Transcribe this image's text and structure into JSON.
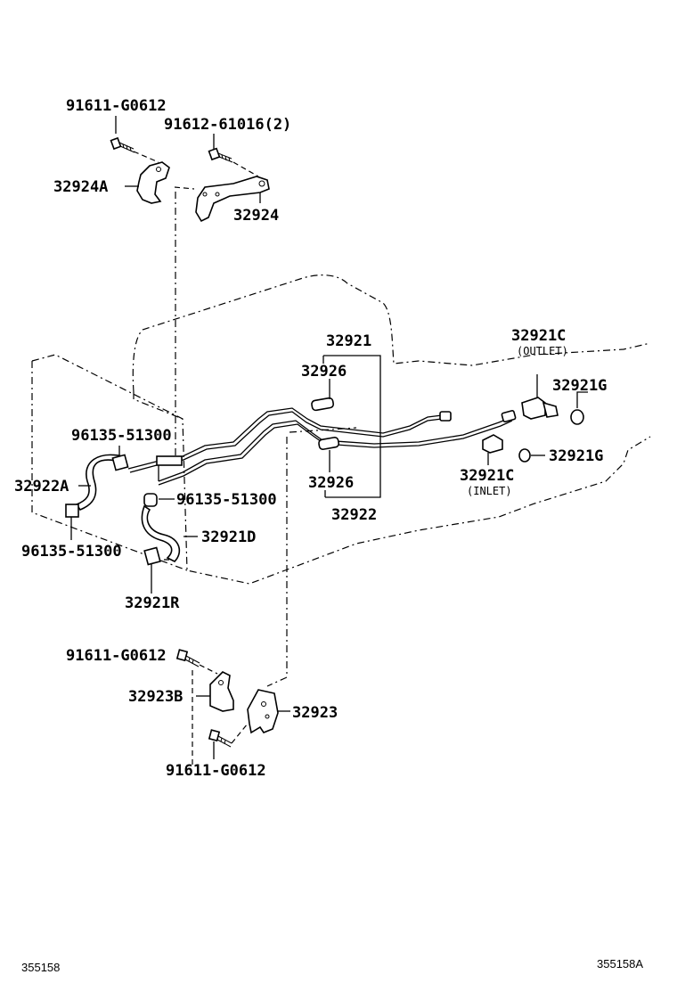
{
  "labels": {
    "bolt_top_left": "91611-G0612",
    "bolt_top_right": "91612-61016(2)",
    "bracket_a": "32924A",
    "bracket": "32924",
    "tube_32921": "32921",
    "hose_piece_upper": "32926",
    "hose_piece_lower": "32926",
    "tube_32922": "32922",
    "union_outlet": "32921C",
    "outlet_note": "(OUTLET)",
    "gasket_upper": "32921G",
    "gasket_lower": "32921G",
    "union_inlet": "32921C",
    "inlet_note": "(INLET)",
    "clamp_upper": "96135-51300",
    "hose_32922a": "32922A",
    "clamp_mid": "96135-51300",
    "clamp_lower": "96135-51300",
    "hose_32921d": "32921D",
    "hose_32921r": "32921R",
    "bolt_lower_left": "91611-G0612",
    "bracket_b": "32923B",
    "bracket_32923": "32923",
    "bolt_bottom": "91611-G0612"
  },
  "footer": {
    "left_code": "355158",
    "right_code": "355158A"
  }
}
